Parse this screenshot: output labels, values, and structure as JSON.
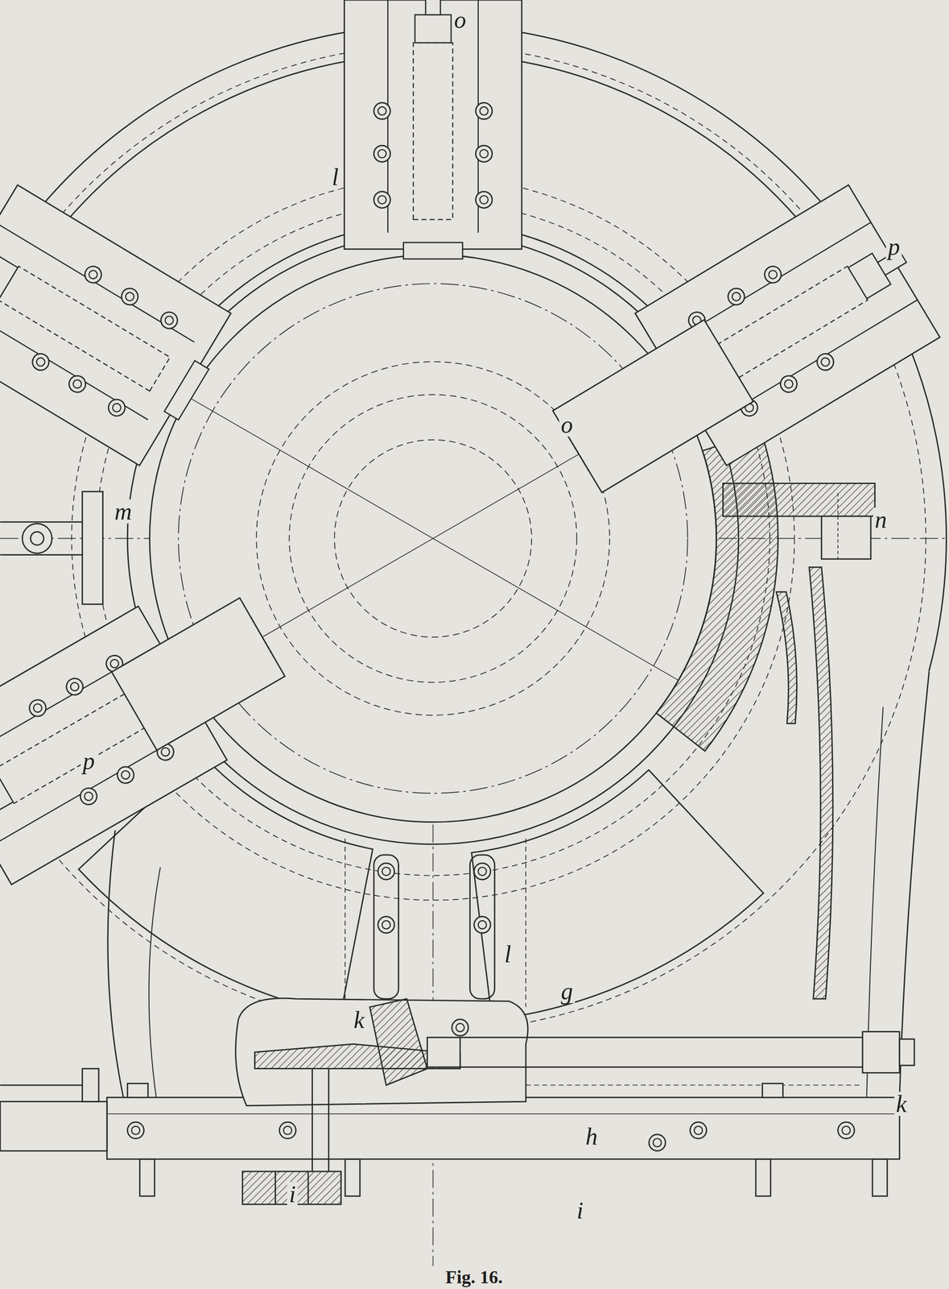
{
  "diagram": {
    "caption": "Fig. 16.",
    "labels": [
      "o",
      "l",
      "p",
      "o",
      "m",
      "n",
      "p",
      "l",
      "g",
      "k",
      "k",
      "h",
      "i",
      "i"
    ]
  }
}
